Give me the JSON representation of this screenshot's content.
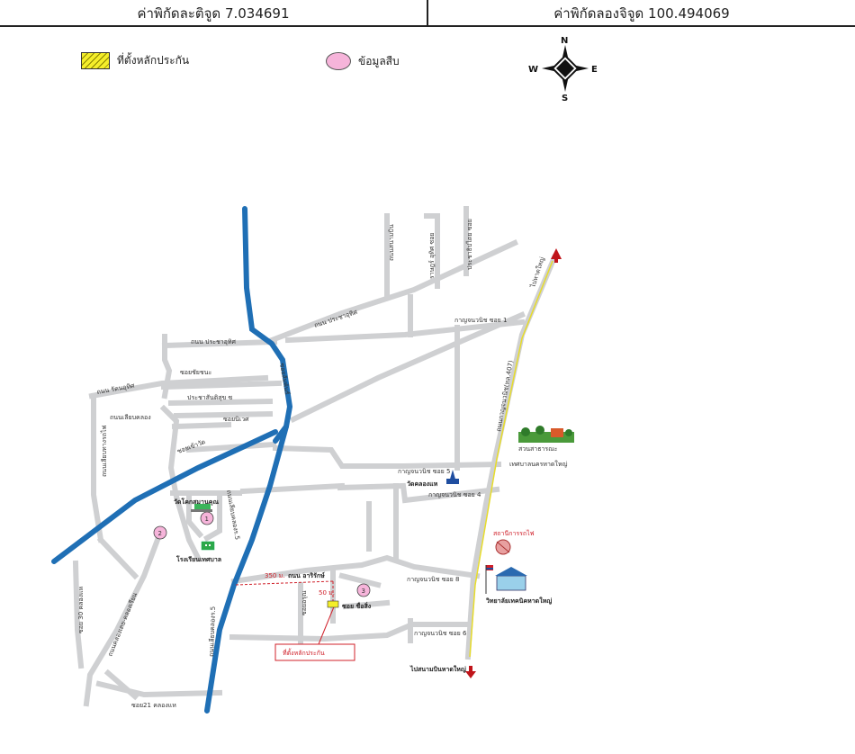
{
  "coords": {
    "latitude_text": "ค่าพิกัดละติจูด 7.034691",
    "longitude_text": "ค่าพิกัดลองจิจูด 100.494069"
  },
  "legend": {
    "monument_label": "ที่ตั้งหลักประกัน",
    "info_label": "ข้อมูลสืบ"
  },
  "compass": {
    "n": "N",
    "s": "S",
    "e": "E",
    "w": "W"
  },
  "colors": {
    "river": "#1f6fb5",
    "road": "#cfd0d2",
    "marker": "#f6b4da",
    "accent": "#d0202a"
  },
  "map": {
    "labels": {
      "r_vertical_top1": "ถนนสนามบิน",
      "r_vertical_top2": "ราษฎร์ อุทิศ ซอย",
      "r_vertical_top3": "ประชาธิปไตย ซอย",
      "r_prachaunthit": "ถนน ประชาอุทิศ",
      "r_kanchanavanich1": "กาญจนวนิช ซอย 1",
      "r_highway": "ไปหาดใหญ่",
      "r_phetkasem_road": "ถนนกาญจนวนิช(ทล.407)",
      "r_pracha_1": "ถนน ประชาอุทิศ",
      "r_pracha_chaikit": "ซอยชัยชนะ",
      "r_samrong": "ถนน รัตนอุทิศ",
      "r_pracha_sanat": "ประชาสันติสุข ซ",
      "r_soi_nivet": "ซอยนิเวศ",
      "r_thanon_riem": "ถนนเลียบคลอง",
      "r_soi_sampan": "ซอยสัมพันธ์",
      "r_left_vert": "ถนนเลียบทางรถไฟ",
      "r_soi_khao": "ซอยเข้าวัด",
      "poi_wat_kh": "วัดโคกสมานคุณ",
      "poi_school": "โรงเรียนเทศบาล",
      "r_soi_palm": "ถนนเลียบคลองร.5",
      "r_kanchana_5": "กาญจนวนิช ซอย 5",
      "poi_wat_dongsan": "วัดคลองแห",
      "r_kanchana_4": "กาญจนวนิช ซอย 4",
      "poi_park": "สวนสาธารณะ",
      "poi_park2": "เทศบาลนครหาดใหญ่",
      "poi_office": "สถานีการรถไฟ",
      "poi_college": "วิทยาลัยเทคนิคหาดใหญ่",
      "r_kanchana_8": "กาญจนวนิช ซอย 8",
      "r_kanchana_6": "กาญจนวนิช ซอย 6",
      "r_distance_red": "350 ม.",
      "r_anon_arr": "ถนน อาริรักษ์",
      "r_distance_red2": "50 ม.",
      "r_soi_cheerat": "ซอย ชื่อสิ่ง",
      "r_soi_arun": "ซอยอรุณ",
      "r_soi_30": "ซอย 30 คลองแห",
      "r_soi_phet": "ถนนคลองเตย-คลองเรียน",
      "r_soi_21": "ซอย21 คลองแห",
      "r_left_bottom": "ถนนเลียบคลองร.5",
      "r_to_songkhla": "ไปสนามบินหาดใหญ่",
      "collateral_box": "ที่ตั้งหลักประกัน",
      "marker_1": "1",
      "marker_2": "2",
      "marker_3": "3"
    }
  }
}
